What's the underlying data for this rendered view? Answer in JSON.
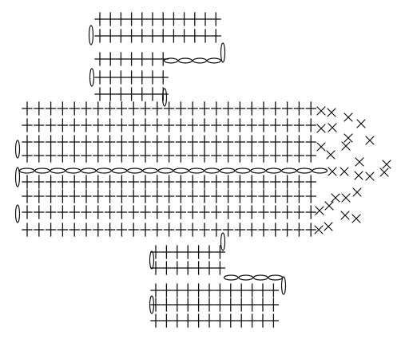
{
  "chart": {
    "symbols": {
      "single_crochet": "plus",
      "decrease": "x-mark",
      "chain": "oval-horizontal",
      "turning_chain": "oval-vertical"
    },
    "line_color": "#111111",
    "background": "#ffffff"
  }
}
